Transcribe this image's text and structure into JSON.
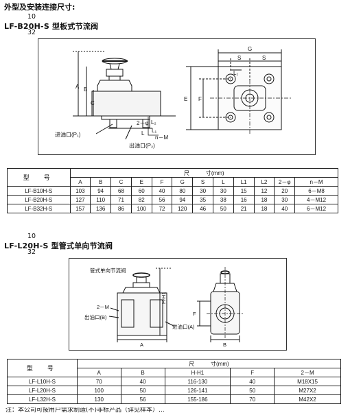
{
  "page": {
    "title": "外型及安装连接尺寸:",
    "footnote": "注：本公司可按用户需求制造(不)非标产品（详见样本）..."
  },
  "section1": {
    "num_top": "10",
    "model": "LF-B20H-S 型板式节流阀",
    "num_bottom": "32",
    "labels": {
      "A": "A",
      "B": "B",
      "C": "C",
      "E": "E",
      "F": "F",
      "G": "G",
      "S": "S",
      "L": "L",
      "L1": "L₁",
      "L2": "L₂",
      "phi": "2－φ",
      "nM": "n－M",
      "inlet": "进油口(P₁)",
      "outlet": "出油口(P₂)"
    },
    "table": {
      "model_header": "型　号",
      "dim_header": "尺　　　寸(mm)",
      "columns": [
        "A",
        "B",
        "C",
        "E",
        "F",
        "G",
        "S",
        "L",
        "L1",
        "L2",
        "2－φ",
        "n－M"
      ],
      "rows": [
        {
          "model": "LF-B10H-S",
          "cells": [
            "103",
            "94",
            "68",
            "60",
            "40",
            "80",
            "30",
            "30",
            "15",
            "12",
            "20",
            "6－M8"
          ]
        },
        {
          "model": "LF-B20H-S",
          "cells": [
            "127",
            "110",
            "71",
            "82",
            "56",
            "94",
            "35",
            "38",
            "16",
            "18",
            "30",
            "4－M12"
          ]
        },
        {
          "model": "LF-B32H-S",
          "cells": [
            "157",
            "136",
            "86",
            "100",
            "72",
            "120",
            "46",
            "50",
            "21",
            "18",
            "40",
            "6－M12"
          ]
        }
      ]
    }
  },
  "section2": {
    "num_top": "10",
    "model": "LF-L20H-S 型管式单向节流阀",
    "num_bottom": "32",
    "labels": {
      "caption": "管式单向节流阀",
      "HH1": "H-H1",
      "M2": "2－M",
      "outlet": "出油口(B)",
      "inlet": "进油口(A)",
      "A": "A",
      "B": "B",
      "F": "F"
    },
    "table": {
      "model_header": "型　号",
      "dim_header": "尺　　　寸(mm)",
      "columns": [
        "A",
        "B",
        "H-H1",
        "F",
        "2－M"
      ],
      "rows": [
        {
          "model": "LF-L10H-S",
          "cells": [
            "70",
            "40",
            "116-130",
            "40",
            "M18X15"
          ]
        },
        {
          "model": "LF-L20H-S",
          "cells": [
            "100",
            "50",
            "126-141",
            "50",
            "M27X2"
          ]
        },
        {
          "model": "LF-L32H-S",
          "cells": [
            "130",
            "56",
            "155-186",
            "70",
            "M42X2"
          ]
        }
      ]
    }
  }
}
